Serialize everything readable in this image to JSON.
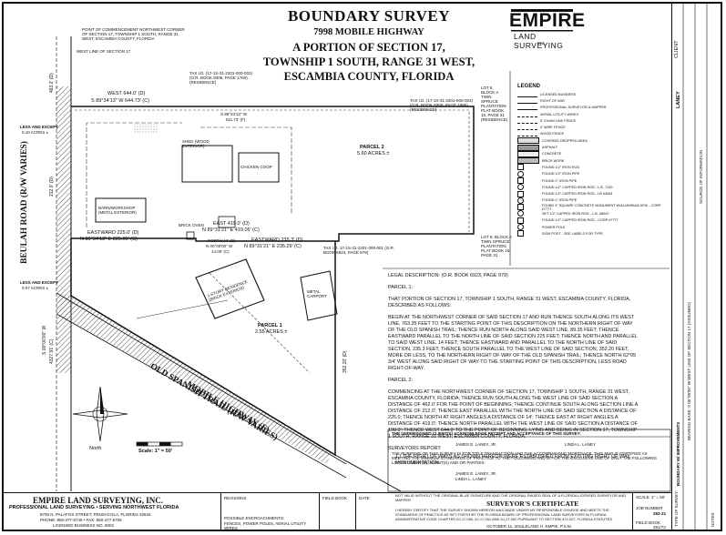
{
  "title": {
    "main": "BOUNDARY SURVEY",
    "address": "7998 MOBILE HIGHWAY",
    "line3": "A PORTION OF SECTION 17,",
    "line4": "TOWNSHIP 1 SOUTH, RANGE 31 WEST,",
    "line5": "ESCAMBIA COUNTY, FLORIDA"
  },
  "logo": {
    "name": "EMPIRE",
    "sub": "LAND SURVEYING",
    "inc": "INC"
  },
  "plan": {
    "pob_note": "POINT OF COMMENCEMENT NORTHWEST CORNER OF SECTION 17, TOWNSHIP 1 SOUTH, RANGE 31 WEST, ESCAMBIA COUNTY, FLORIDA",
    "west_line": "WEST LINE OF SECTION 17",
    "beulah": "BEULAH ROAD (R/W VARIES)",
    "old_spanish": "OLD SPANISH TRAIL (R/W VARIES)",
    "mobile_hwy": "MOBILE HIGHWAY (F)",
    "north_bearing_top": "WEST 644.0' (D)",
    "north_bearing_top2": "S 89°34'13\" W 644.73' (C)",
    "inner_top": "S 89°34'13\" W",
    "inner_top2": "511.73' (F)",
    "east_label": "EAST 419.0' (D)",
    "east_bearing": "N 89°31'21\" E 419.05' (C)",
    "eastward": "EASTWARD 225.0' (D)",
    "eastward_bearing": "N 89°34'13\" E 225.00' (C)",
    "eastward2": "EASTWARD 235.3' (D)",
    "eastward2_bearing": "N 89°31'21\" E 235.29' (C)",
    "north14": "NORTH 14' (D)",
    "north14b": "N 00°00'00\" W",
    "north14c": "14.00' (C)",
    "parcel2": "PARCEL 2",
    "parcel2_acres": "5.60 ACRES ±",
    "parcel1": "PARCEL 1",
    "parcel1_acres": "2.55 ACRES ±",
    "lands1": "LESS AND EXCEPT",
    "lands1b": "0.10 ACRES ±",
    "lands2": "LESS AND EXCEPT",
    "lands2b": "0.07 ACRES ±",
    "west_dim": "463.2' (D)",
    "south_dim": "S 00°00'00\" W",
    "dim_4327": "4327.91' (C)",
    "dim_212": "212.0' (D)",
    "dim_352": "352.20' (D)",
    "scale": "Scale: 1\" = 50'",
    "north": "North",
    "tax_top": "TAX I.D. (17-1S-31-2201-000-002) (O.R. BOOK 8308, PAGE 1760) (RESIDENCE)",
    "tax_mid": "TAX I.D. 17-1S-31-2201-000-001 (O.R. BOOK 6923, PAGE 979)",
    "tax_right": "TAX I.D. (17-1S-31-2201-000-003) (O.R. BOOK 8309, PAGE 1880) (RESIDENCE)",
    "lot_note": "LOT 8, BLOCK A TWIN SPRUCE PLANTATION PLAT BOOK 15, PAGE 31 (RESIDENCE)",
    "lot_note2": "LOT 9, BLOCK A TWIN SPRUCE PLANTATION PLAT BOOK 15, PAGE 31",
    "shed": "SHED (WOOD EXTERIOR)",
    "barn": "BARN/WORKSHOP (METAL EXTERIOR)",
    "chicken": "CHICKEN COOP",
    "house": "1-STORY RESIDENCE (BRICK EXTERIOR)",
    "metal": "METAL CARPORT",
    "brick_oven": "BRICK OVEN"
  },
  "legend": {
    "title": "LEGEND",
    "items": [
      "LICENSED BUSINESS",
      "RIGHT OF WAY",
      "PROFESSIONAL SURVEYOR & MAPPER",
      "AERIAL UTILITY WIRES",
      "6' CHAIN LINK FENCE",
      "4' WIRE FENCE",
      "WOOD FENCE",
      "COVERED DROPPED AREA",
      "ASPHALT",
      "CONCRETE",
      "BRICK WORK",
      "FOUND 1/2\" IRON ROD",
      "FOUND 1/2\" IRON PIPE",
      "FOUND 1\" IRON PIPE",
      "FOUND 1/2\" CAPPED IRON ROD - L.B. 7130",
      "FOUND 1/2\" CAPPED IRON ROD - LB #4084",
      "FOUND 1\" IRON PIPE",
      "FOUND 4\" SQUARE CONCRETE MONUMENT W/ALUMINUM DISK - CORP #7777",
      "SET 1/2\" CAPPED IRON ROD - L.B. #8002",
      "FOUND 1/2\" CAPPED IRON ROD - CORP #7777",
      "POWER POLE",
      "SIGN POST - SEE LABELS FOR TYPE"
    ]
  },
  "legal": {
    "heading": "LEGAL DESCRIPTION: (O.R. BOOK 6923, PAGE 979)",
    "p1_head": "PARCEL 1:",
    "p1": "THAT PORTION OF SECTION 17, TOWNSHIP 1 SOUTH, RANGE 31 WEST, ESCAMBIA COUNTY, FLORIDA, DESCRIBED AS FOLLOWS:",
    "p1b": "BEGIN AT THE NORTHWEST CORNER OF SAID SECTION 17 AND RUN THENCE SOUTH ALONG ITS WEST LINE, 763.35 FEET TO THE STARTING POINT OF THIS DESCRIPTION ON THE NORTHERN RIGHT OF WAY OF THE OLD SPANISH TRAIL; THENCE RUN NORTH ALONG SAID WEST LINE, 89.35 FEET; THENCE EASTWARD PARALLEL TO THE NORTH LINE OF SAID SECTION 225 FEET; THENCE NORTH AND PARALLEL TO SAID WEST LINE, 14 FEET; THENCE EASTWARD AND PARALLEL TO THE NORTH LINE OF SAID SECTION, 235.3 FEET; THENCE SOUTH PARALLEL TO THE WEST LINE OF SAID SECTION, 352.20 FEET, MORE OR LESS, TO THE NORTHERN RIGHT OF WAY OF THE OLD SPANISH TRAIL; THENCE NORTH 62°05 3/4' WEST ALONG SAID RIGHT OF WAY TO THE STARTING POINT OF THIS DESCRIPTION, LESS ROAD RIGHT-OF-WAY.",
    "p2_head": "PARCEL 2:",
    "p2": "COMMENCING AT THE NORTHWEST CORNER OF SECTION 17, TOWNSHIP 1 SOUTH, RANGE 31 WEST, ESCAMBIA COUNTY, FLORIDA; THENCE RUN SOUTH ALONG THE WEST LINE OF SAID SECTION A DISTANCE OF 462.0' FOR THE POINT OF BEGINNING; THENCE CONTINUE SOUTH ALONG SECTION LINE A DISTANCE OF 212.0'; THENCE EAST PARALLEL WITH THE NORTH LINE OF SAID SECTION A DISTANCE OF 225.0; THENCE NORTH AT RIGHT ANGLES A DISTANCE OF 14'; THENCE EAST AT RIGHT ANGLES A DISTANCE OF 419.0'; THENCE NORTH PARALLEL WITH THE WEST LINE OF SAID SECTION A DISTANCE OF 198.0'; THENCE WEST 644.0' TO THE POINT OF BEGINNING, LYING AND BEING IN SECTION 17, TOWNSHIP 1 SOUTH, RANGE 31 WEST, ESCAMBIA COUNTY, FLORIDA.",
    "sr_head": "SURVEYORS REPORT:",
    "sr1": "1.)   THE RIGHT OF WAYS AS SHOWN HEREON WERE ESTABLISHED FROM EXISTING RIGHT OF WAY MONUMENTATION."
  },
  "accept": {
    "title": "THE UNDERSIGNED CLIENT(S) ACKNOWLEDGE RECEIPT AND ACCEPTANCE OF THIS SURVEY:",
    "name1": "JAMES E. LANEY, JR.",
    "name2": "LINDA L. LANEY",
    "purpose": "THE PURPOSE OF THIS SURVEY IS FOR TITLE TRANSACTION AND THE ACCOMPANYING MORTGAGE. THIS MAP IS CERTIFIED AS MEETING THE MINIMUM STANDARDS OF PRACTICE TO THE FOLLOWING AND IS FOR THE EXCLUSIVE USE OF ONLY THE FOLLOWING LISTED CLIENT(S), AGENT(S) AND OR PARTIES:",
    "c1": "JAMES E. LANEY, JR.",
    "c2": "LINDA L. LANEY"
  },
  "footer": {
    "company": "EMPIRE LAND SURVEYING, INC.",
    "tag": "PROFESSIONAL LAND SURVEYING • SERVING NORTHWEST FLORIDA",
    "addr": "8700 N. PALAFOX STREET, PENSACOLA, FLORIDA 32534",
    "phone": "PHONE: 850-477-5745 • FAX: 850-477-5705",
    "license": "LICENSED BUSINESS NO. 8002",
    "col2": "REVISIONS",
    "col3": "FIELD BOOK",
    "col4": "DATE",
    "col5": "POSSIBLE ENCROACHMENTS:",
    "col5b": "FENCES, POWER POLES, AERIAL UTILITY WIRES",
    "notvalid": "NOT VALID WITHOUT THE ORIGINAL BLUE SIGNATURE AND THE ORIGINAL RAISED SEAL OF A FLORIDA LICENSED SURVEYOR AND MAPPER",
    "cert_title": "SURVEYOR'S CERTIFICATE",
    "cert": "I HEREBY CERTIFY THAT THE SURVEY SHOWN HEREON WAS MADE UNDER MY RESPONSIBLE CHARGE AND MEETS THE STANDARDS OF PRACTICE AS SET FORTH BY THE FLORIDA BOARD OF PROFESSIONAL LAND SURVEYORS IN FLORIDA ADMINISTRATIVE CODE CHAPTER 5J-17.050, 5J-17.051 AND 5J-17.052 PURSUANT TO SECTION 472.027, FLORIDA STATUTES.",
    "signer": "LELAND H. EMPIE, P.S.M.",
    "date_sign": "OCTOBER 11, 2011",
    "scale_lbl": "SCALE",
    "scale_val": "1\" = 50'",
    "job_lbl": "JOB NUMBER",
    "job_val": "283-21",
    "fb_lbl": "FIELD BOOK",
    "fb_val": "251/73"
  },
  "strip": {
    "client": "CLIENT",
    "client_val": "LANEY",
    "type": "TYPE OF SURVEY:",
    "type_val": "BOUNDARY W/ IMPROVEMENTS",
    "bearing": "BEARING BASE: S 00°00'00\" W WEST LINE OF SECTION 17 (ASSUMED)",
    "source": "SOURCE OF INFORMATION",
    "notes": "NOTES"
  }
}
